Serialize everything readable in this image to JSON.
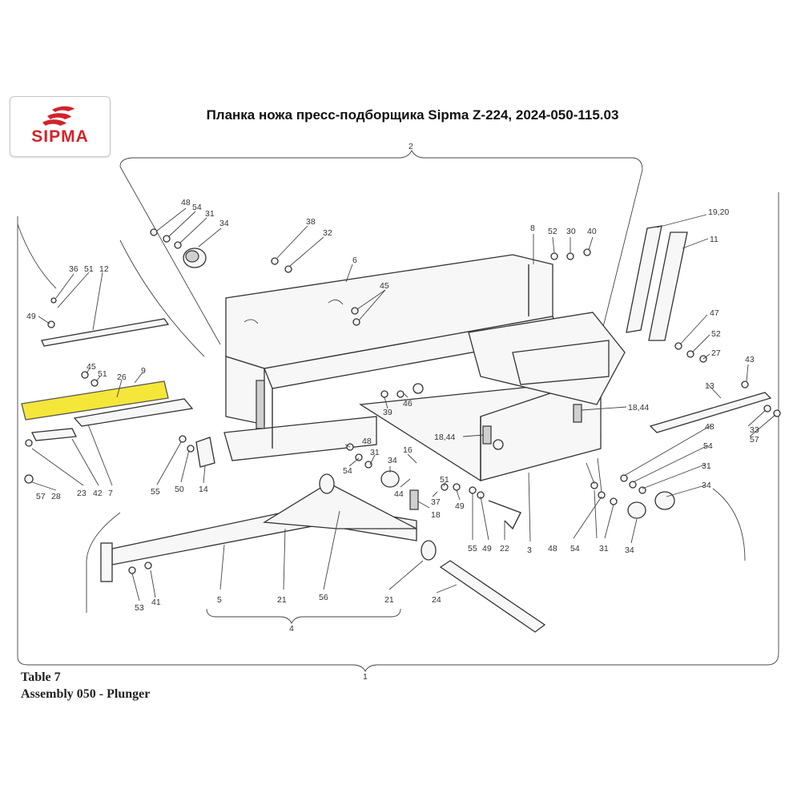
{
  "header": {
    "logo_text": "SIPMA",
    "title": "Планка ножа пресс-подборщика Sipma Z-224, 2024-050-115.03"
  },
  "colors": {
    "brand_red": "#d2232a",
    "highlight": "#f5e63a"
  },
  "caption": {
    "table": "Table 7",
    "assembly": "Assembly 050 - Plunger"
  },
  "callouts": {
    "c2": "2",
    "c1": "1",
    "c4": "4",
    "c48a": "48",
    "c54a": "54",
    "c31a": "31",
    "c34a": "34",
    "c38": "38",
    "c32": "32",
    "c6": "6",
    "c45a": "45",
    "c8": "8",
    "c52a": "52",
    "c30": "30",
    "c40": "40",
    "c1920": "19,20",
    "c11": "11",
    "c47": "47",
    "c52b": "52",
    "c27": "27",
    "c43": "43",
    "c13": "13",
    "c33": "33",
    "c57a": "57",
    "c36": "36",
    "c51a": "51",
    "c12": "12",
    "c49a": "49",
    "c45b": "45",
    "c51b": "51",
    "c26": "26",
    "c9": "9",
    "c39": "39",
    "c46": "46",
    "c1844a": "18,44",
    "c1844b": "18,44",
    "c48b": "48",
    "c54b": "54",
    "c31b": "31",
    "c34b": "34",
    "c16": "16",
    "c44": "44",
    "c51c": "51",
    "c37": "37",
    "c49b": "49",
    "c18": "18",
    "c55a": "55",
    "c50": "50",
    "c14": "14",
    "c23": "23",
    "c42": "42",
    "c7": "7",
    "c57b": "57",
    "c28": "28",
    "c48c": "48",
    "c54c": "54",
    "c31c": "31",
    "c34c": "34",
    "c48d": "48",
    "c54d": "54",
    "c31d": "31",
    "c34d": "34",
    "c55b": "55",
    "c49c": "49",
    "c22": "22",
    "c3": "3",
    "c5": "5",
    "c21a": "21",
    "c56": "56",
    "c21b": "21",
    "c24": "24",
    "c53": "53",
    "c41": "41"
  }
}
